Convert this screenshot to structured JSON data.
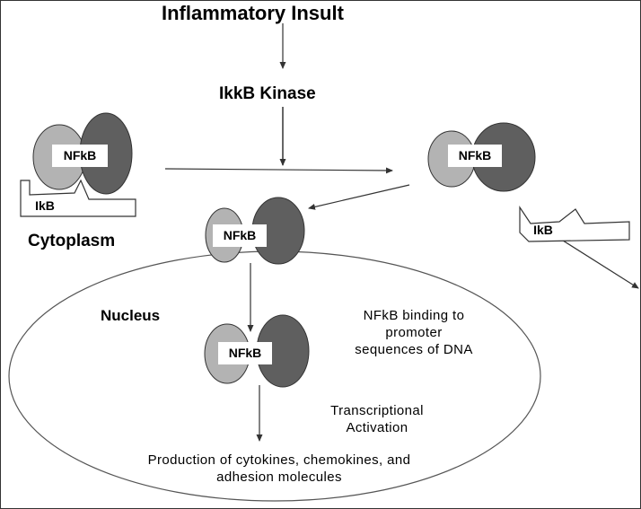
{
  "title": "Inflammatory Insult",
  "kinase": "IkkB Kinase",
  "complex_label": "NFkB",
  "inhibitor_label": "IkB",
  "cytoplasm_label": "Cytoplasm",
  "nucleus_label": "Nucleus",
  "binding_text": {
    "line1": "NFkB binding to",
    "line2": "promoter",
    "line3": "sequences of DNA"
  },
  "activation_text": {
    "line1": "Transcriptional",
    "line2": "Activation"
  },
  "production_text": {
    "line1": "Production of cytokines, chemokines, and",
    "line2": "adhesion molecules"
  },
  "colors": {
    "light_subunit": "#b3b3b3",
    "dark_subunit": "#5f5f5f",
    "outline": "#333333",
    "line": "#333333"
  }
}
